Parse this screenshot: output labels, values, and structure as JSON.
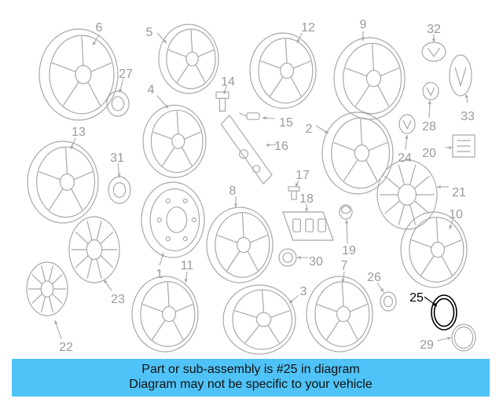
{
  "diagram": {
    "highlighted_part": "25",
    "colors": {
      "line": "#a8a8a8",
      "label": "#9a9a9a",
      "highlight": "#000000",
      "banner": "#4fc3f7"
    },
    "parts": [
      {
        "id": "p6",
        "num": "6",
        "type": "wheel"
      },
      {
        "id": "p27",
        "num": "27",
        "type": "cap"
      },
      {
        "id": "p5",
        "num": "5",
        "type": "wheel"
      },
      {
        "id": "p12",
        "num": "12",
        "type": "wheel"
      },
      {
        "id": "p9",
        "num": "9",
        "type": "wheel"
      },
      {
        "id": "p32",
        "num": "32",
        "type": "emblem"
      },
      {
        "id": "p33",
        "num": "33",
        "type": "emblem"
      },
      {
        "id": "p28",
        "num": "28",
        "type": "emblem"
      },
      {
        "id": "p4",
        "num": "4",
        "type": "wheel"
      },
      {
        "id": "p14",
        "num": "14",
        "type": "bolt"
      },
      {
        "id": "p15",
        "num": "15",
        "type": "valve"
      },
      {
        "id": "p16",
        "num": "16",
        "type": "sensor"
      },
      {
        "id": "p2",
        "num": "2",
        "type": "wheel"
      },
      {
        "id": "p24",
        "num": "24",
        "type": "emblem"
      },
      {
        "id": "p20",
        "num": "20",
        "type": "label"
      },
      {
        "id": "p13",
        "num": "13",
        "type": "wheel"
      },
      {
        "id": "p31",
        "num": "31",
        "type": "cap"
      },
      {
        "id": "p17",
        "num": "17",
        "type": "bolt"
      },
      {
        "id": "p21",
        "num": "21",
        "type": "hubcap"
      },
      {
        "id": "p18",
        "num": "18",
        "type": "kit"
      },
      {
        "id": "p8",
        "num": "8",
        "type": "wheel"
      },
      {
        "id": "p1",
        "num": "1",
        "type": "steelwheel"
      },
      {
        "id": "p19",
        "num": "19",
        "type": "nut"
      },
      {
        "id": "p10",
        "num": "10",
        "type": "wheel"
      },
      {
        "id": "p30",
        "num": "30",
        "type": "cap"
      },
      {
        "id": "p23",
        "num": "23",
        "type": "hubcap"
      },
      {
        "id": "p11",
        "num": "11",
        "type": "wheel"
      },
      {
        "id": "p3",
        "num": "3",
        "type": "wheel"
      },
      {
        "id": "p7",
        "num": "7",
        "type": "wheel"
      },
      {
        "id": "p26",
        "num": "26",
        "type": "cap"
      },
      {
        "id": "p22",
        "num": "22",
        "type": "hubcap"
      },
      {
        "id": "p25",
        "num": "25",
        "type": "ring"
      },
      {
        "id": "p29",
        "num": "29",
        "type": "ring"
      }
    ]
  },
  "banner": {
    "line1": "Part or sub-assembly is #25 in diagram",
    "line2": "Diagram may not be specific to your vehicle"
  }
}
